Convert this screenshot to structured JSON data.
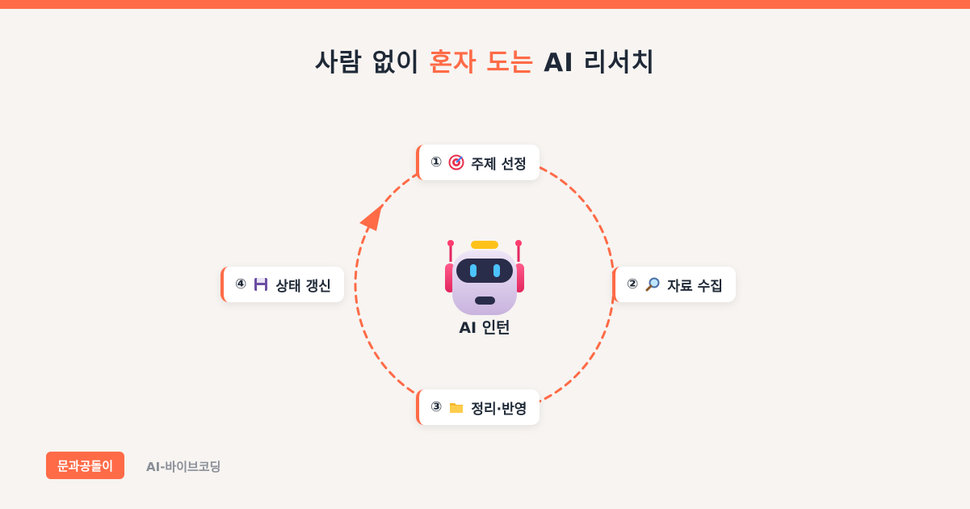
{
  "title": {
    "prefix": "사람 없이 ",
    "accent": "혼자 도는",
    "suffix": " AI 리서치"
  },
  "center": {
    "label": "AI 인턴",
    "icon": "robot-icon"
  },
  "steps": [
    {
      "num": "①",
      "icon": "target-icon",
      "label": "주제 선정"
    },
    {
      "num": "②",
      "icon": "magnifier-icon",
      "label": "자료 수집"
    },
    {
      "num": "③",
      "icon": "folder-icon",
      "label": "정리·반영"
    },
    {
      "num": "④",
      "icon": "floppy-disk-icon",
      "label": "상태 갱신"
    }
  ],
  "footer": {
    "badge": "문과공돌이",
    "subtitle": "AI-바이브코딩"
  },
  "colors": {
    "accent": "#ff6b47",
    "text": "#1f2937",
    "background": "#f7f4f1"
  }
}
